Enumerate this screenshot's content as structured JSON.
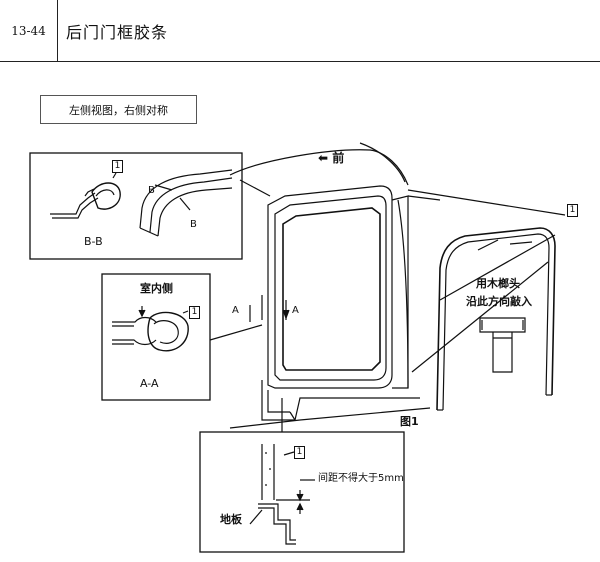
{
  "header": {
    "section_number": "13-44",
    "title": "后门门框胶条"
  },
  "caption": "左侧视图，右侧对称",
  "labels": {
    "front": "前",
    "arrow_left": "⬅",
    "section_bb": "B-B",
    "section_aa": "A-A",
    "cut_b": "B",
    "cut_a": "A",
    "interior_side": "室内侧",
    "hammer_line1": "用木榔头",
    "hammer_line2": "沿此方向敲入",
    "figure": "图1",
    "gap_note": "间距不得大于5mm",
    "floor": "地板",
    "callout_1": "1"
  },
  "icons": [
    "front-arrow-icon",
    "mallet-icon",
    "callout-1-icon"
  ]
}
